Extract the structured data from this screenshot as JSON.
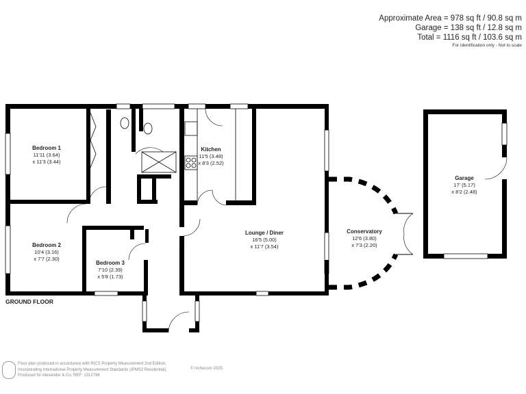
{
  "areas": {
    "approximate": "Approximate Area = 978 sq ft / 90.8 sq m",
    "garage": "Garage = 138 sq ft / 12.8 sq m",
    "total": "Total = 1116 sq ft / 103.6 sq m",
    "note": "For identification only - Not to scale"
  },
  "rooms": [
    {
      "name": "Bedroom 1",
      "dim1": "11'11 (3.64)",
      "dim2": "x 11'3 (3.44)"
    },
    {
      "name": "Kitchen",
      "dim1": "11'5 (3.48)",
      "dim2": "x 8'3 (2.52)"
    },
    {
      "name": "Bedroom 2",
      "dim1": "10'4 (3.16)",
      "dim2": "x 7'7 (2.30)"
    },
    {
      "name": "Bedroom 3",
      "dim1": "7'10 (2.39)",
      "dim2": "x 5'8 (1.73)"
    },
    {
      "name": "Lounge / Diner",
      "dim1": "16'5 (5.00)",
      "dim2": "x 11'7 (3.54)"
    },
    {
      "name": "Conservatory",
      "dim1": "12'6 (3.80)",
      "dim2": "x 7'3 (2.20)"
    },
    {
      "name": "Garage",
      "dim1": "17' (5.17)",
      "dim2": "x 8'2 (2.48)"
    }
  ],
  "floor_label": "GROUND FLOOR",
  "footer": {
    "line1": "Floor plan produced in accordance with RICS Property Measurement 2nd Edition,",
    "line2": "Incorporating International Property Measurement Standards (IPMS2 Residential).",
    "line3": "Produced for Alexander & Co.   REF: 1312786",
    "copyright": "© nichecom 2025."
  },
  "colors": {
    "wall": "#000000",
    "window": "#ffffff"
  }
}
